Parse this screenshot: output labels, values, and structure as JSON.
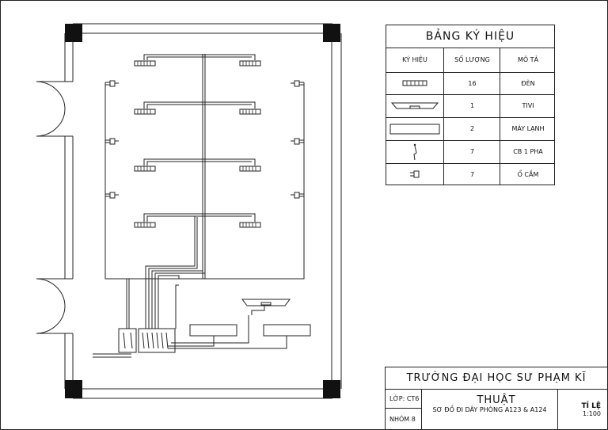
{
  "legend": {
    "title": "BẢNG KÝ HIỆU",
    "headers": {
      "symbol": "KÝ HIỆU",
      "quantity": "SỐ LƯỢNG",
      "description": "MÔ TẢ"
    },
    "rows": [
      {
        "icon": "light-fixture-icon",
        "quantity": "16",
        "description": "ĐÈN"
      },
      {
        "icon": "tv-icon",
        "quantity": "1",
        "description": "TIVI"
      },
      {
        "icon": "air-conditioner-icon",
        "quantity": "2",
        "description": "MÁY LẠNH"
      },
      {
        "icon": "breaker-icon",
        "quantity": "7",
        "description": "CB 1 PHA"
      },
      {
        "icon": "socket-icon",
        "quantity": "7",
        "description": "Ổ CẮM"
      }
    ]
  },
  "title_block": {
    "school": "TRƯỜNG ĐẠI HỌC SƯ PHẠM KĨ THUẬT",
    "class_label": "LỚP: CT6",
    "group_label": "NHÓM 8",
    "drawing_title": "SƠ ĐỒ ĐI DÂY PHÒNG A123 & A124",
    "scale_label": "TỈ LỆ",
    "scale_value": "1:100"
  },
  "colors": {
    "line": "#222222",
    "background": "#ffffff"
  }
}
